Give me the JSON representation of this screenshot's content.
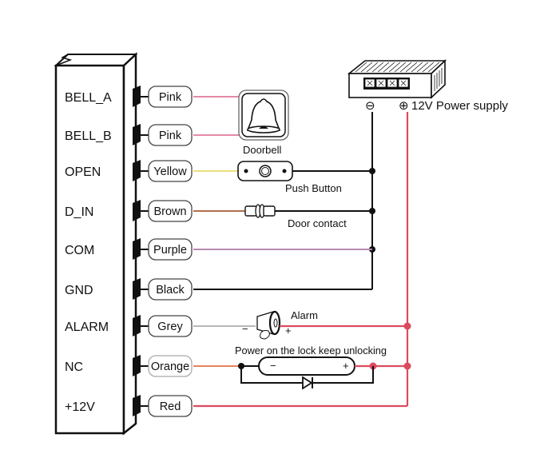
{
  "controller": {
    "terminals": [
      {
        "label": "BELL_A",
        "wire": "Pink",
        "color": "#e48aa4"
      },
      {
        "label": "BELL_B",
        "wire": "Pink",
        "color": "#e48aa4"
      },
      {
        "label": "OPEN",
        "wire": "Yellow",
        "color": "#ecdf7c"
      },
      {
        "label": "D_IN",
        "wire": "Brown",
        "color": "#b0704a"
      },
      {
        "label": "COM",
        "wire": "Purple",
        "color": "#b88ab4"
      },
      {
        "label": "GND",
        "wire": "Black",
        "color": "#111111"
      },
      {
        "label": "ALARM",
        "wire": "Grey",
        "color": "#b8b8b8"
      },
      {
        "label": "NC",
        "wire": "Orange",
        "color": "#e8825c"
      },
      {
        "label": "+12V",
        "wire": "Red",
        "color": "#dc4a5e"
      }
    ]
  },
  "devices": {
    "doorbell": "Doorbell",
    "push_button": "Push Button",
    "door_contact": "Door contact",
    "alarm": "Alarm",
    "alarm_minus": "−",
    "alarm_plus": "+",
    "lock_caption": "Power on the lock keep unlocking",
    "lock_minus": "−",
    "lock_plus": "+",
    "power_supply": "12V Power supply",
    "psu_minus": "⊖",
    "psu_plus": "⊕"
  },
  "colors": {
    "red_bus": "#dc4a5e",
    "ground_bus": "#111111"
  }
}
